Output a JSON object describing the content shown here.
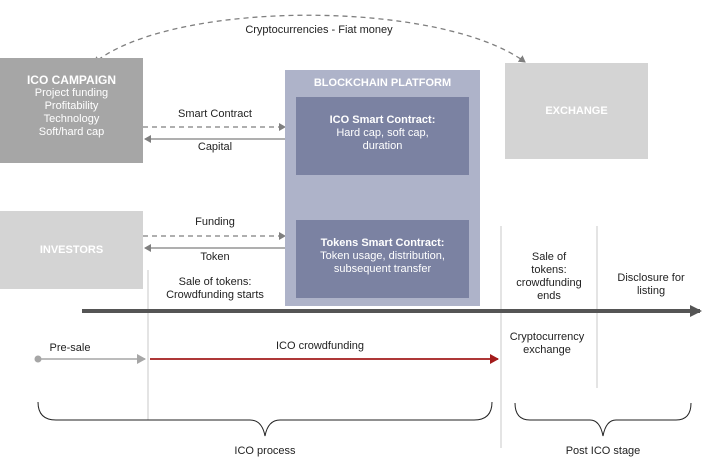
{
  "top_arrow_label": "Cryptocurrencies - Fiat money",
  "ico_campaign": {
    "title": "ICO CAMPAIGN",
    "items": [
      "Project funding",
      "Profitability",
      "Technology",
      "Soft/hard cap"
    ]
  },
  "blockchain_platform": {
    "title": "BLOCKCHAIN PLATFORM",
    "ico_contract": {
      "title": "ICO Smart Contract:",
      "lines": [
        "Hard cap, soft cap,",
        "duration"
      ]
    },
    "token_contract": {
      "title": "Tokens Smart Contract:",
      "lines": [
        "Token usage, distribution,",
        "subsequent transfer"
      ]
    }
  },
  "exchange": {
    "title": "EXCHANGE"
  },
  "investors": {
    "title": "INVESTORS"
  },
  "flows": {
    "smart_contract": "Smart Contract",
    "capital": "Capital",
    "funding": "Funding",
    "token": "Token"
  },
  "timeline": {
    "sale_starts": [
      "Sale of tokens:",
      "Crowdfunding starts"
    ],
    "sale_ends": [
      "Sale of",
      "tokens:",
      "crowdfunding",
      "ends"
    ],
    "disclosure": [
      "Disclosure for",
      "listing"
    ],
    "pre_sale": "Pre-sale",
    "ico_crowdfunding": "ICO crowdfunding",
    "crypto_exchange": [
      "Cryptocurrency",
      "exchange"
    ]
  },
  "stages": {
    "ico_process": "ICO process",
    "post_ico": "Post ICO stage"
  },
  "colors": {
    "campaign": "#a6a6a6",
    "exchange": "#d4d4d4",
    "investors": "#d4d4d4",
    "platform": "#aeb3c9",
    "contract": "#7b82a2",
    "timeline": "#555555",
    "crowdfunding_arrow": "#a31b1b",
    "presale_arrow": "#a6a6a6"
  }
}
